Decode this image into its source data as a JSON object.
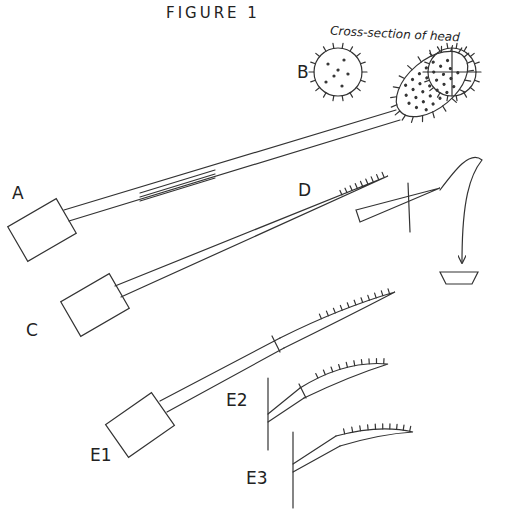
{
  "diagram": {
    "title": "FIGURE 1",
    "labels": [
      "Cross-section of head",
      "B",
      "A",
      "D",
      "C",
      "E1",
      "E2",
      "E3"
    ]
  }
}
